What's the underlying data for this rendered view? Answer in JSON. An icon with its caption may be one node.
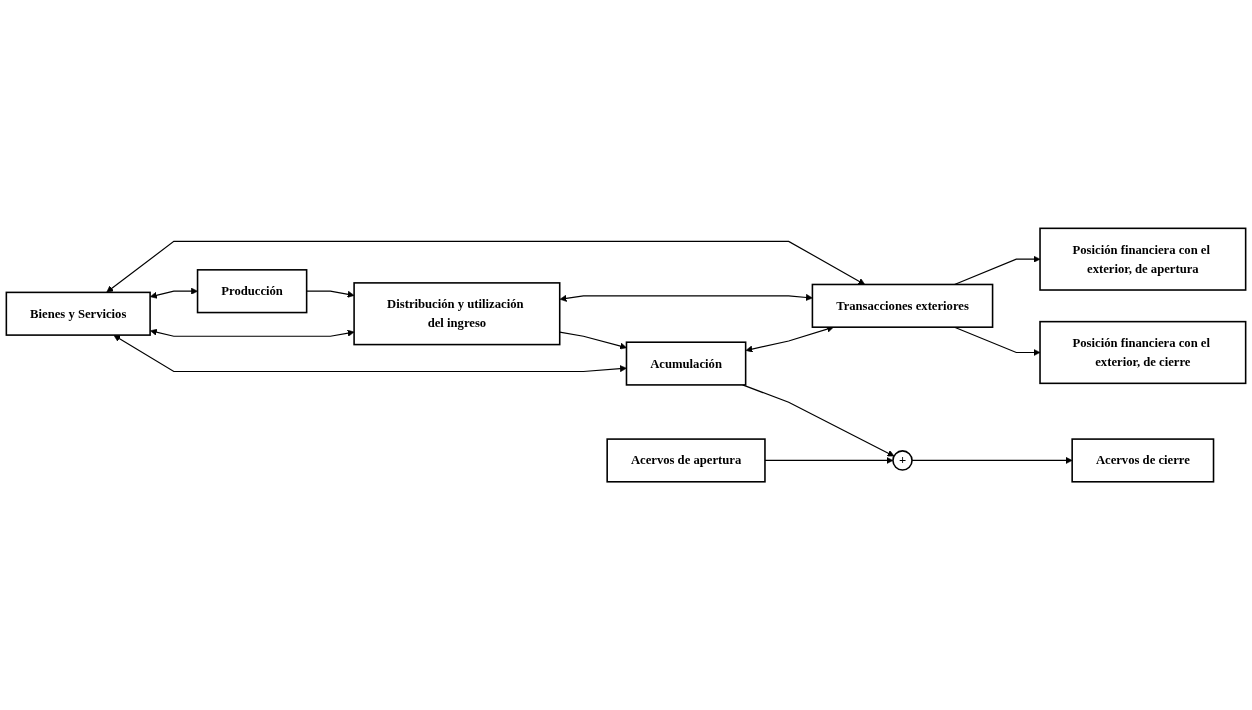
{
  "diagram": {
    "nodes": [
      {
        "text": [
          "Producción"
        ]
      },
      {
        "text": [
          "Bienes y Servicios"
        ]
      },
      {
        "text": [
          "Distribución y utilización del ingreso"
        ]
      },
      {
        "text": [
          "Transacciones exteriores"
        ]
      },
      {
        "text": [
          "Posición financiera con el exterior, de apertura"
        ]
      },
      {
        "text": [
          "Posición financiera con el exterior, de cierre"
        ]
      },
      {
        "text": [
          "Acumulación"
        ]
      },
      {
        "text": [
          "Acervos de apertura"
        ]
      },
      {
        "text": [
          "+"
        ]
      },
      {
        "text": [
          "Acervos de cierre"
        ]
      }
    ],
    "edges": [
      {
        "from": 1,
        "to": 0,
        "arrow": "both"
      },
      {
        "from": 1,
        "to": 3,
        "arrow": "both"
      },
      {
        "from": 0,
        "to": 2,
        "arrow": "to"
      },
      {
        "from": 1,
        "to": 2,
        "arrow": "both"
      },
      {
        "from": 2,
        "to": 3,
        "arrow": "both"
      },
      {
        "from": 3,
        "to": 4,
        "arrow": "to"
      },
      {
        "from": 3,
        "to": 5,
        "arrow": "to"
      },
      {
        "from": 2,
        "to": 6,
        "arrow": "to"
      },
      {
        "from": 1,
        "to": 6,
        "arrow": "both"
      },
      {
        "from": 6,
        "to": 3,
        "arrow": "both"
      },
      {
        "from": 6,
        "to": 8,
        "arrow": "to"
      },
      {
        "from": 7,
        "to": 8,
        "arrow": "to"
      },
      {
        "from": 8,
        "to": 9,
        "arrow": "to"
      }
    ]
  }
}
